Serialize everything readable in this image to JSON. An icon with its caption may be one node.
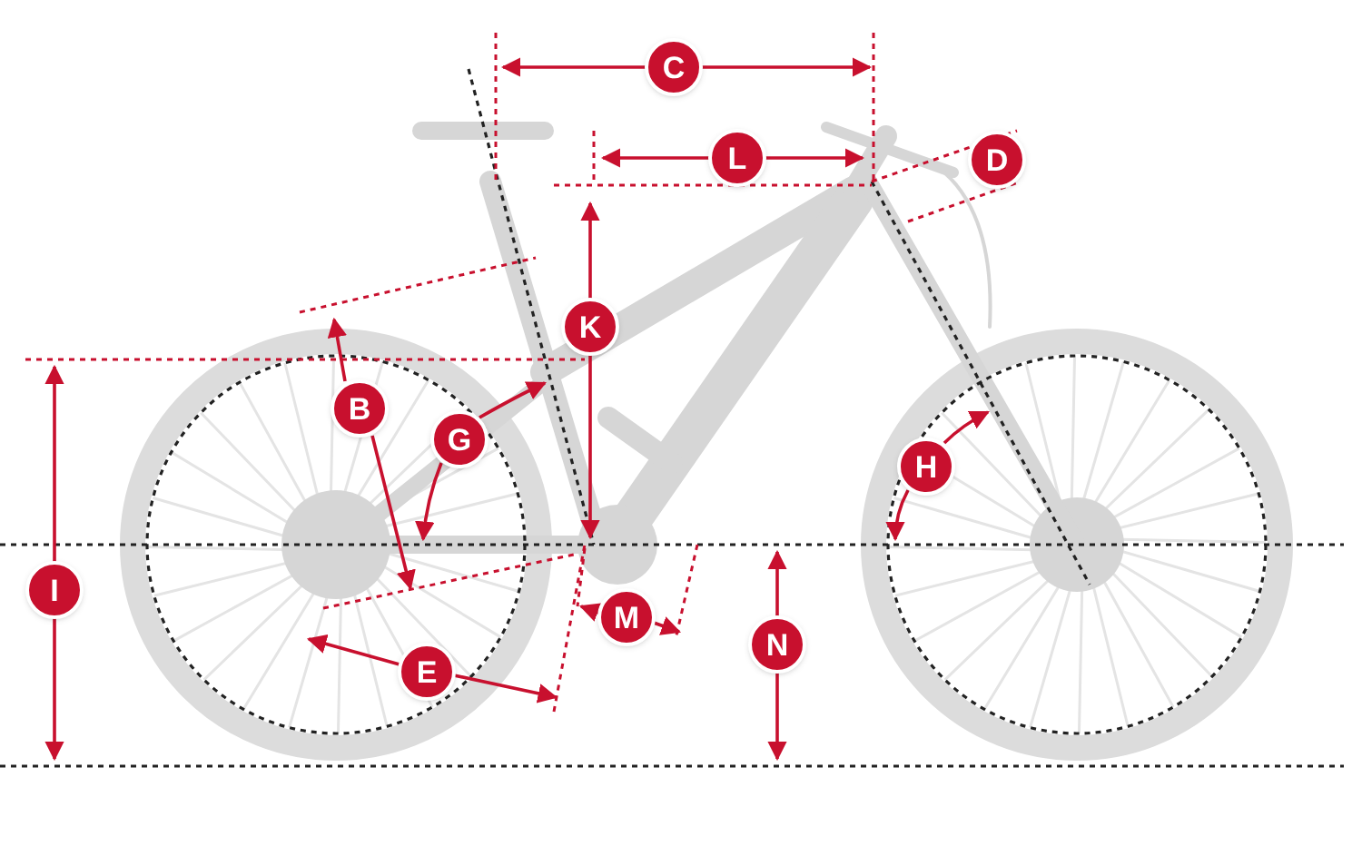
{
  "diagram": {
    "labels": [
      "C",
      "L",
      "D",
      "K",
      "B",
      "G",
      "H",
      "I",
      "E",
      "M",
      "N"
    ]
  }
}
